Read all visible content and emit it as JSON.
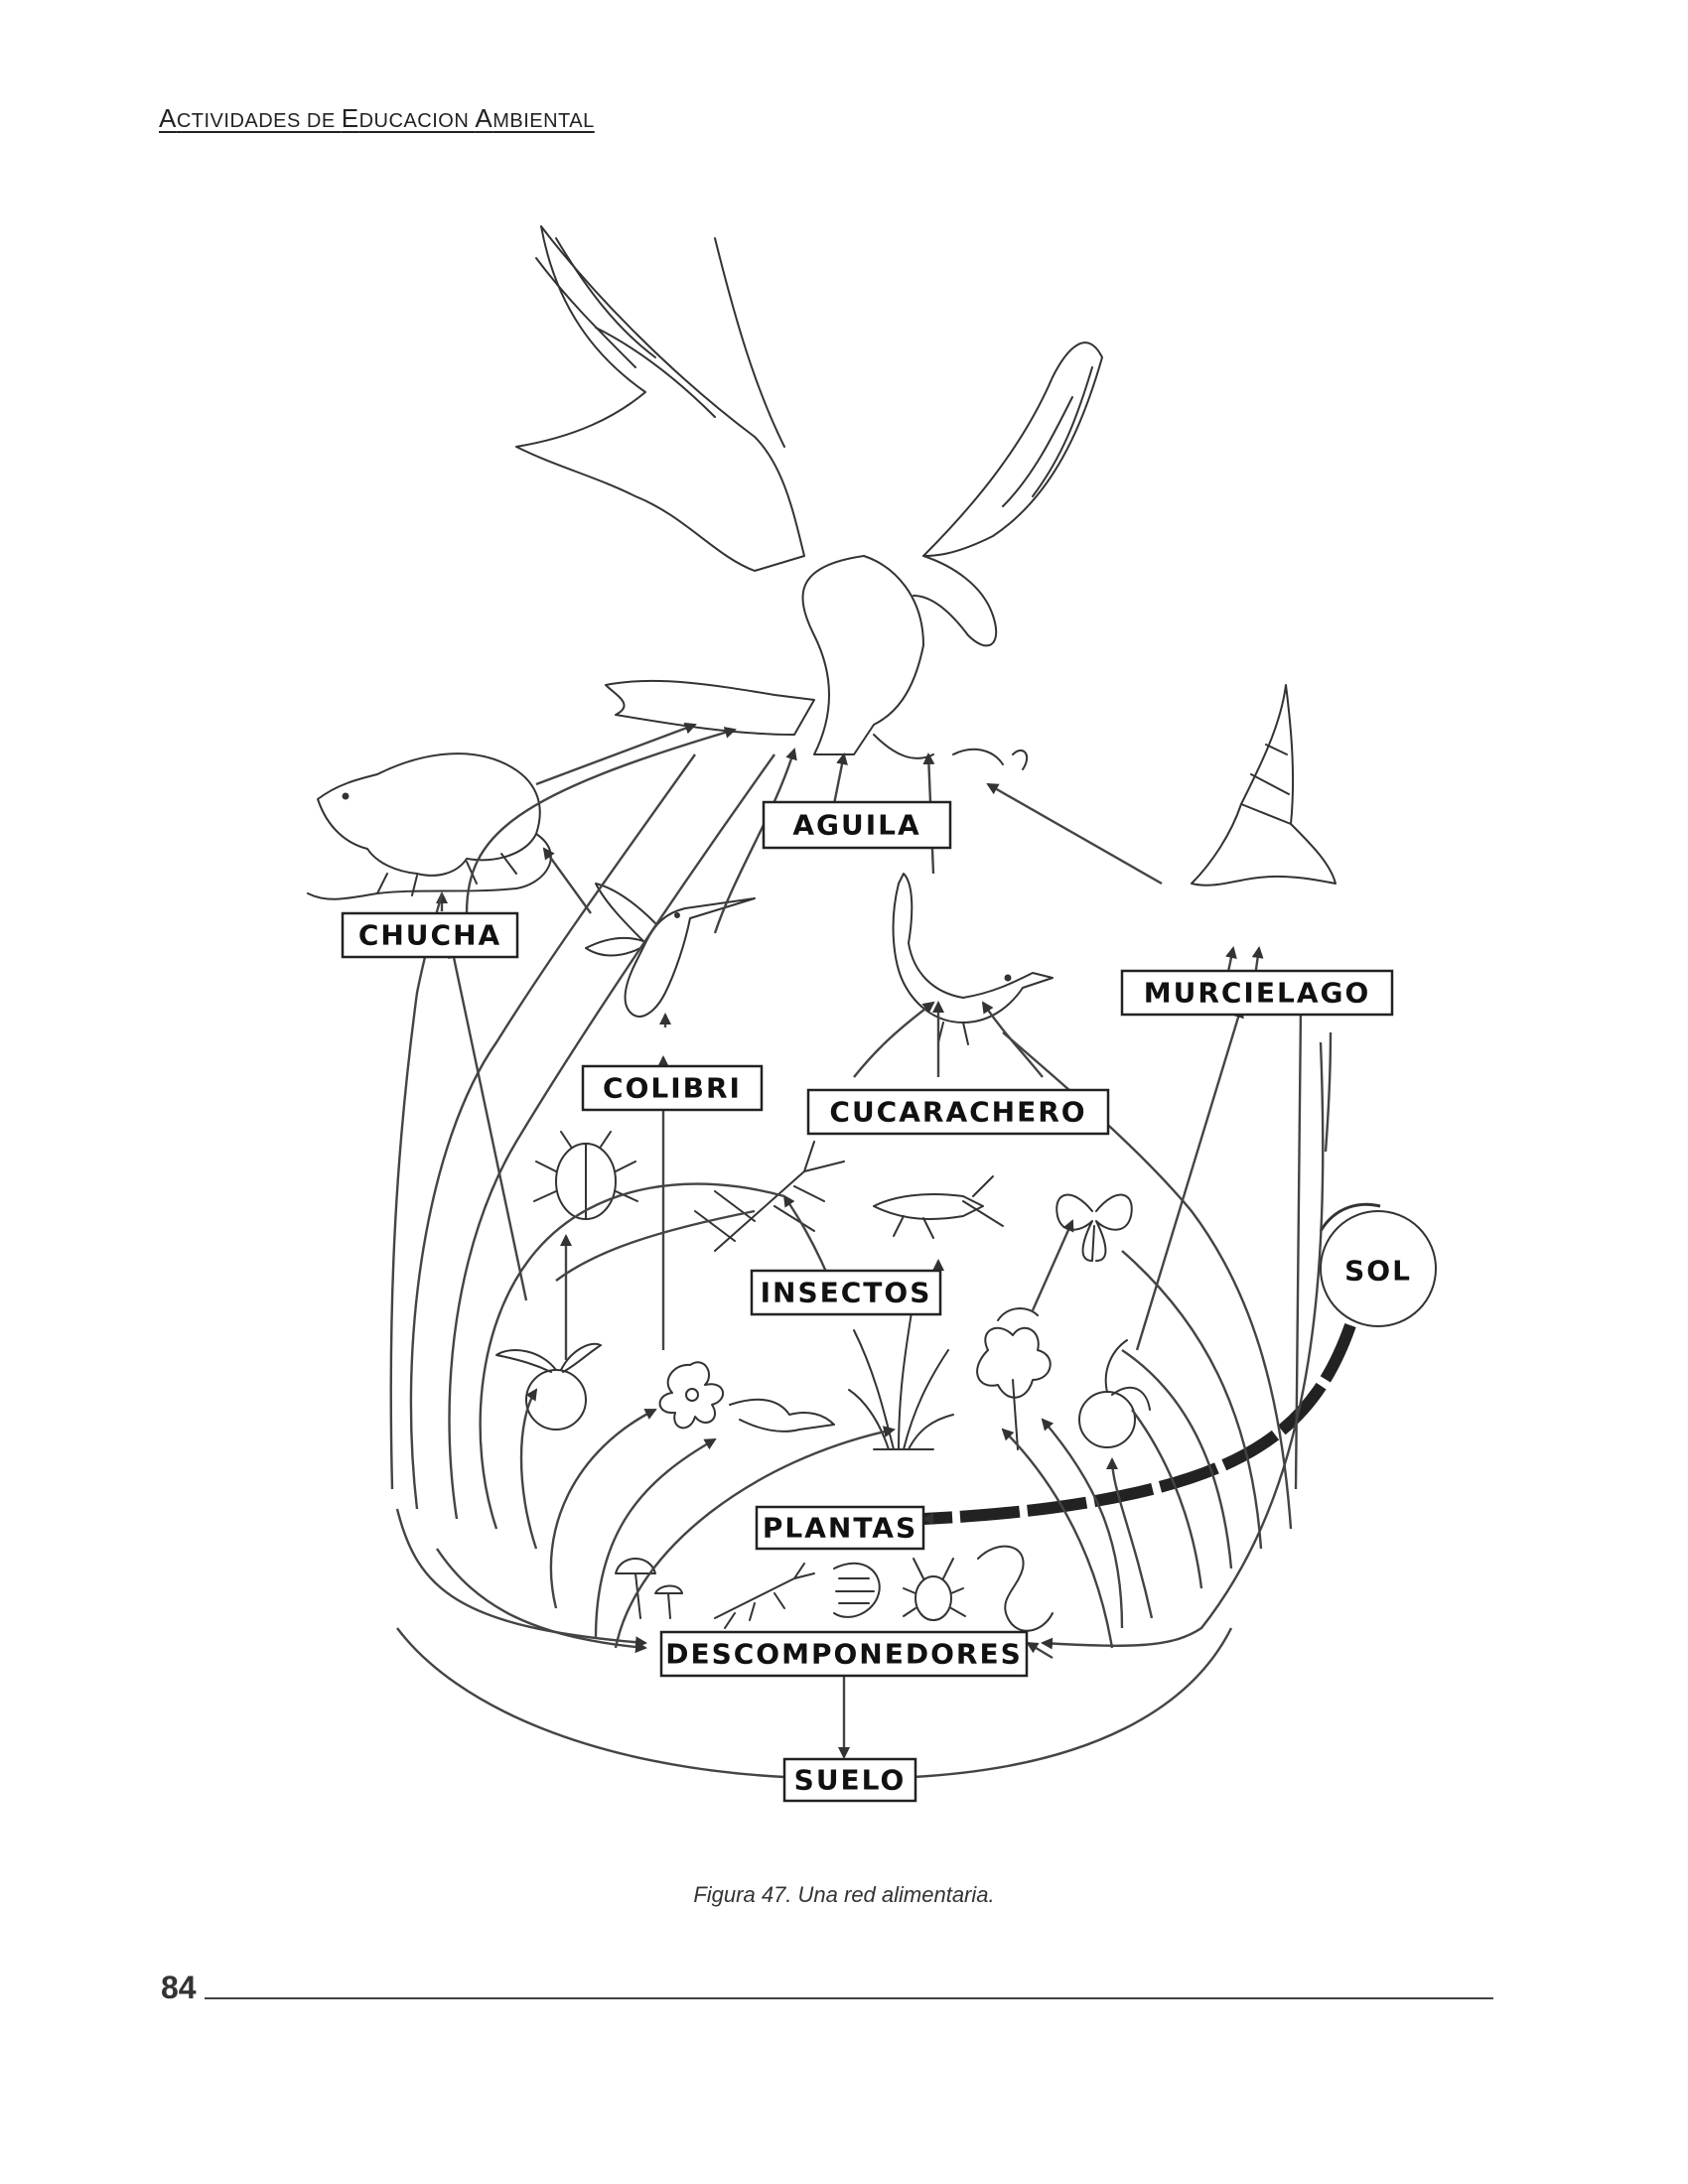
{
  "header": {
    "first_a": "A",
    "first_b": "CTIVIDADES DE ",
    "second_a": "E",
    "second_b": "DUCACION ",
    "third_a": "A",
    "third_b": "MBIENTAL"
  },
  "labels": {
    "aguila": "AGUILA",
    "chucha": "CHUCHA",
    "colibri": "COLIBRI",
    "cucarachero": "CUCARACHERO",
    "murcielago": "MURCIELAGO",
    "insectos": "INSECTOS",
    "sol": "SOL",
    "plantas": "PLANTAS",
    "descomponedores": "DESCOMPONEDORES",
    "suelo": "SUELO"
  },
  "caption": "Figura 47. Una red alimentaria.",
  "page_number": "84",
  "icons": [
    "eagle-icon",
    "opossum-icon",
    "hummingbird-icon",
    "wren-icon",
    "bat-icon",
    "beetle-icon",
    "stick-insect-icon",
    "grasshopper-icon",
    "butterfly-icon",
    "fruit-icon",
    "flower-icon",
    "grass-icon",
    "hibiscus-icon",
    "mushroom-icon",
    "larva-icon",
    "grub-icon",
    "stag-beetle-icon",
    "worm-icon",
    "sun-icon"
  ]
}
